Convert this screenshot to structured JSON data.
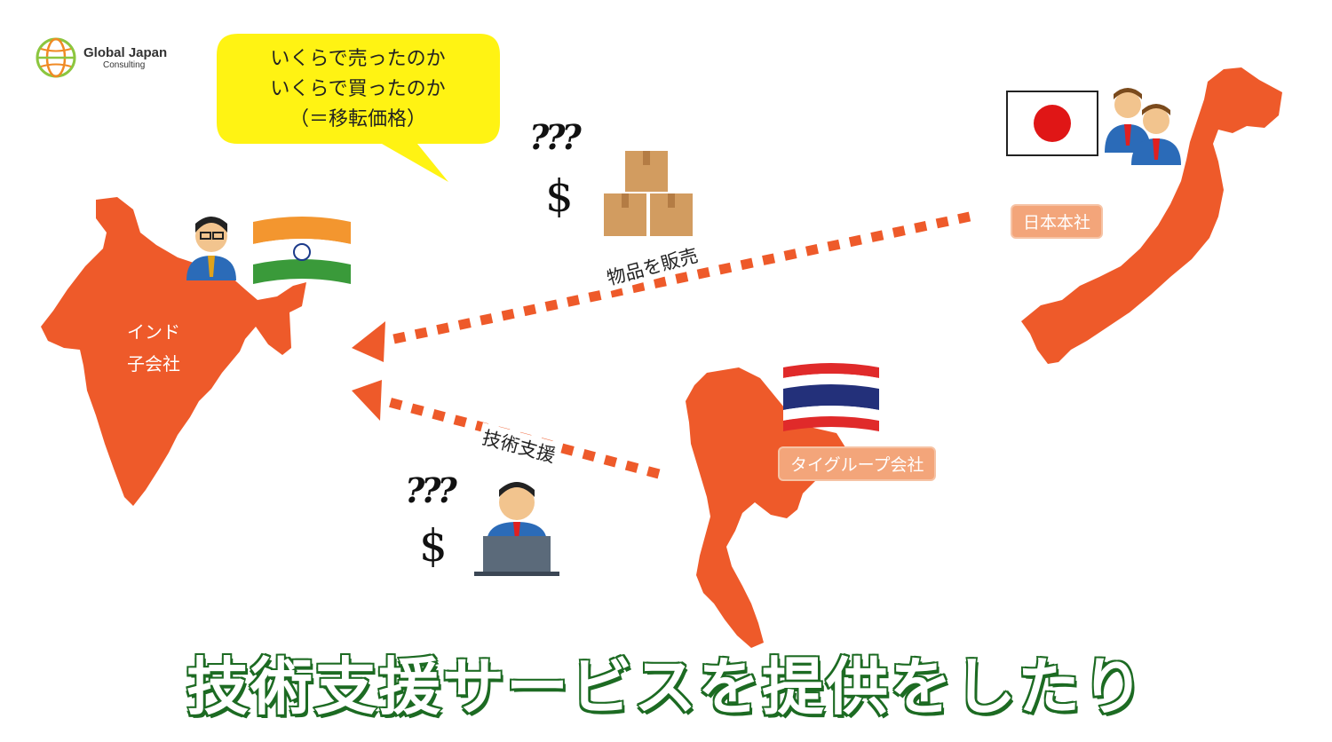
{
  "logo": {
    "main": "Global Japan",
    "sub": "Consulting",
    "icon": "globe-logo-icon"
  },
  "bubble": {
    "line1": "いくらで売ったのか",
    "line2": "いくらで買ったのか",
    "line3": "（＝移転価格）"
  },
  "nodes": {
    "japan": "日本本社",
    "thailand": "タイグループ会社",
    "india_line1": "インド",
    "india_line2": "子会社"
  },
  "arrows": {
    "goods": "物品を販売",
    "tech": "技術支援"
  },
  "symbols": {
    "question": "???",
    "dollar": "$"
  },
  "caption": "技術支援サービスを提供をしたり",
  "colors": {
    "map": "#ee5a2a",
    "tag": "#f3a57a",
    "bubble": "#fff313",
    "caption_outline": "#1d6b23"
  }
}
